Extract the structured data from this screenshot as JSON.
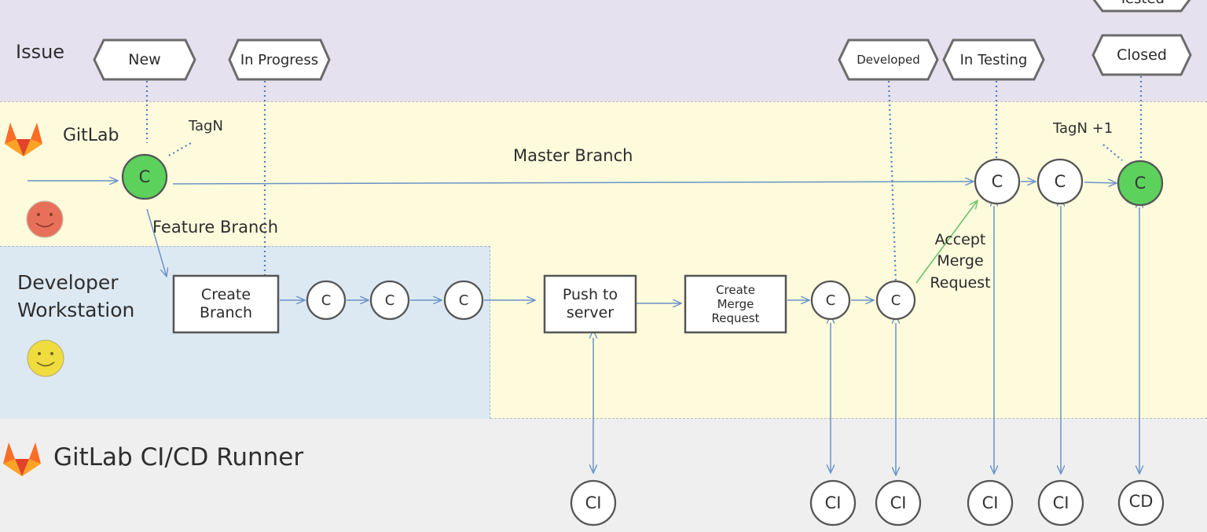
{
  "lanes": {
    "issue": "Issue",
    "gitlab": "GitLab",
    "developer": [
      "Developer",
      "Workstation"
    ],
    "runner": "GitLab CI/CD Runner"
  },
  "issue_states": {
    "tested": "Tested",
    "new": "New",
    "in_progress": "In Progress",
    "developed": "Developed",
    "in_testing": "In Testing",
    "closed": "Closed"
  },
  "tags": {
    "start": "TagN",
    "end": "TagN +1"
  },
  "branches": {
    "master": "Master Branch",
    "feature": "Feature Branch"
  },
  "steps": {
    "create_branch": [
      "Create",
      "Branch"
    ],
    "push": [
      "Push to",
      "server"
    ],
    "create_mr": [
      "Create",
      "Merge",
      "Request"
    ],
    "accept_mr": [
      "Accept",
      "Merge",
      "Request"
    ]
  },
  "commit_label": "C",
  "runner_jobs": [
    "CI",
    "CI",
    "CI",
    "CI",
    "CI",
    "CD"
  ],
  "colors": {
    "arrow": "#6a93c8",
    "merge_arrow": "#6cc46c",
    "tag_commit": "#5cd25c",
    "issue_lane": "#e6e1ee",
    "gitlab_lane": "#fdfbdc",
    "dev_lane": "#dde9f2",
    "runner_lane": "#efefef",
    "gitlab_logo": "#e24329"
  }
}
